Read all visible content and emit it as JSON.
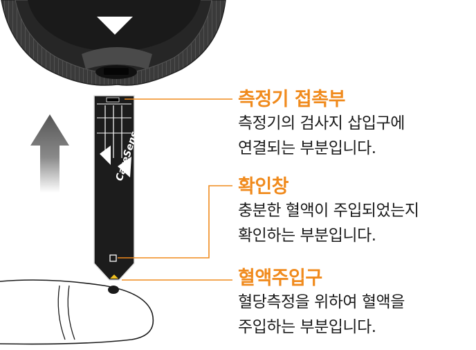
{
  "colors": {
    "accent": "#f08a1c",
    "strip": "#1c1c1c",
    "meter": "#2b2b2b",
    "arrow": "#6e6e6e"
  },
  "strip": {
    "brand_logo_text": "CareSens"
  },
  "callouts": [
    {
      "title": "측정기 접촉부",
      "lines": [
        "측정기의 검사지 삽입구에",
        "연결되는 부분입니다."
      ]
    },
    {
      "title": "확인창",
      "lines": [
        "충분한 혈액이 주입되었는지",
        "확인하는 부분입니다."
      ]
    },
    {
      "title": "혈액주입구",
      "lines": [
        "혈당측정을 위하여 혈액을",
        "주입하는 부분입니다."
      ]
    }
  ]
}
